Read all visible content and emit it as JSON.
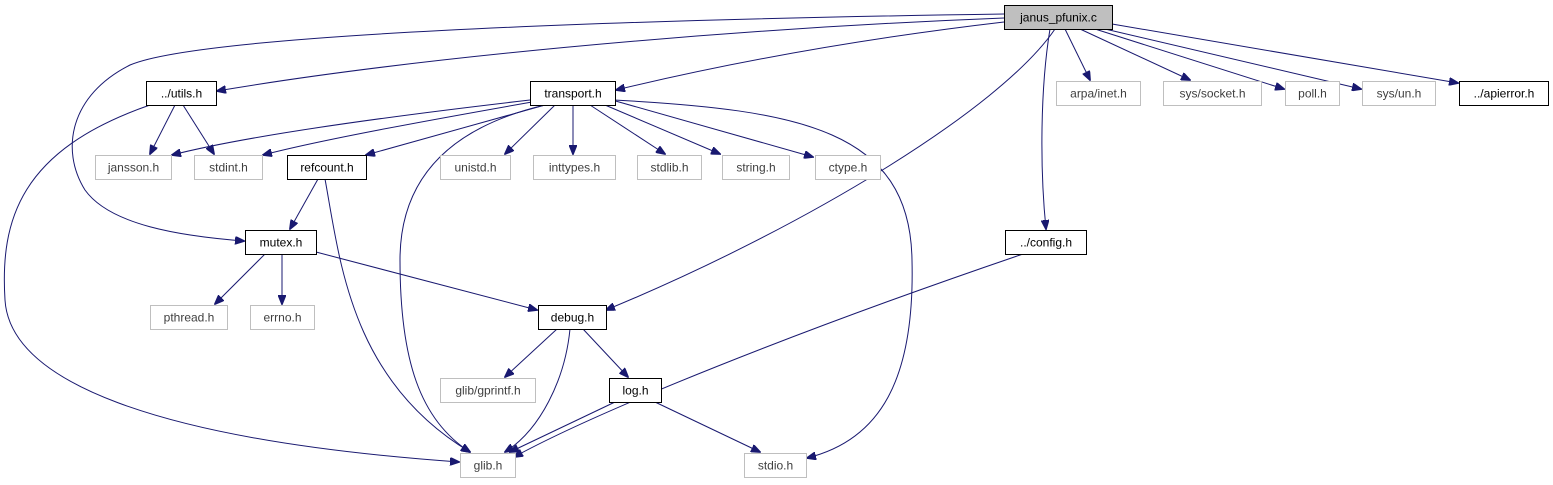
{
  "diagram": {
    "colors": {
      "edge": "#191970",
      "root_fill": "#bfbfbf",
      "documented_border": "#000000",
      "external_border": "#bfbfbf",
      "documented_text": "#000000",
      "external_text": "#3f3f3f"
    },
    "nodes": [
      {
        "id": "janus_pfunix",
        "label": "janus_pfunix.c",
        "kind": "root"
      },
      {
        "id": "utils",
        "label": "../utils.h",
        "kind": "documented"
      },
      {
        "id": "transport",
        "label": "transport.h",
        "kind": "documented"
      },
      {
        "id": "arpa_inet",
        "label": "arpa/inet.h",
        "kind": "external"
      },
      {
        "id": "sys_socket",
        "label": "sys/socket.h",
        "kind": "external"
      },
      {
        "id": "poll",
        "label": "poll.h",
        "kind": "external"
      },
      {
        "id": "sys_un",
        "label": "sys/un.h",
        "kind": "external"
      },
      {
        "id": "apierror",
        "label": "../apierror.h",
        "kind": "documented"
      },
      {
        "id": "jansson",
        "label": "jansson.h",
        "kind": "external"
      },
      {
        "id": "stdint",
        "label": "stdint.h",
        "kind": "external"
      },
      {
        "id": "refcount",
        "label": "refcount.h",
        "kind": "documented"
      },
      {
        "id": "unistd",
        "label": "unistd.h",
        "kind": "external"
      },
      {
        "id": "inttypes",
        "label": "inttypes.h",
        "kind": "external"
      },
      {
        "id": "stdlib",
        "label": "stdlib.h",
        "kind": "external"
      },
      {
        "id": "string",
        "label": "string.h",
        "kind": "external"
      },
      {
        "id": "ctype",
        "label": "ctype.h",
        "kind": "external"
      },
      {
        "id": "config",
        "label": "../config.h",
        "kind": "documented"
      },
      {
        "id": "mutex",
        "label": "mutex.h",
        "kind": "documented"
      },
      {
        "id": "pthread",
        "label": "pthread.h",
        "kind": "external"
      },
      {
        "id": "errno",
        "label": "errno.h",
        "kind": "external"
      },
      {
        "id": "debug",
        "label": "debug.h",
        "kind": "documented"
      },
      {
        "id": "glib_gprintf",
        "label": "glib/gprintf.h",
        "kind": "external"
      },
      {
        "id": "log",
        "label": "log.h",
        "kind": "documented"
      },
      {
        "id": "glib",
        "label": "glib.h",
        "kind": "external"
      },
      {
        "id": "stdio",
        "label": "stdio.h",
        "kind": "external"
      }
    ],
    "edges": [
      {
        "from": "janus_pfunix",
        "to": "utils"
      },
      {
        "from": "janus_pfunix",
        "to": "transport"
      },
      {
        "from": "janus_pfunix",
        "to": "mutex"
      },
      {
        "from": "janus_pfunix",
        "to": "debug"
      },
      {
        "from": "janus_pfunix",
        "to": "config"
      },
      {
        "from": "janus_pfunix",
        "to": "arpa_inet"
      },
      {
        "from": "janus_pfunix",
        "to": "sys_socket"
      },
      {
        "from": "janus_pfunix",
        "to": "poll"
      },
      {
        "from": "janus_pfunix",
        "to": "sys_un"
      },
      {
        "from": "janus_pfunix",
        "to": "apierror"
      },
      {
        "from": "utils",
        "to": "jansson"
      },
      {
        "from": "utils",
        "to": "stdint"
      },
      {
        "from": "utils",
        "to": "glib"
      },
      {
        "from": "transport",
        "to": "jansson"
      },
      {
        "from": "transport",
        "to": "stdint"
      },
      {
        "from": "transport",
        "to": "refcount"
      },
      {
        "from": "transport",
        "to": "unistd"
      },
      {
        "from": "transport",
        "to": "inttypes"
      },
      {
        "from": "transport",
        "to": "stdlib"
      },
      {
        "from": "transport",
        "to": "string"
      },
      {
        "from": "transport",
        "to": "ctype"
      },
      {
        "from": "transport",
        "to": "glib"
      },
      {
        "from": "transport",
        "to": "stdio"
      },
      {
        "from": "refcount",
        "to": "mutex"
      },
      {
        "from": "refcount",
        "to": "glib"
      },
      {
        "from": "mutex",
        "to": "pthread"
      },
      {
        "from": "mutex",
        "to": "errno"
      },
      {
        "from": "mutex",
        "to": "debug"
      },
      {
        "from": "debug",
        "to": "glib_gprintf"
      },
      {
        "from": "debug",
        "to": "log"
      },
      {
        "from": "debug",
        "to": "glib"
      },
      {
        "from": "log",
        "to": "glib"
      },
      {
        "from": "log",
        "to": "stdio"
      },
      {
        "from": "config",
        "to": "glib"
      }
    ]
  }
}
